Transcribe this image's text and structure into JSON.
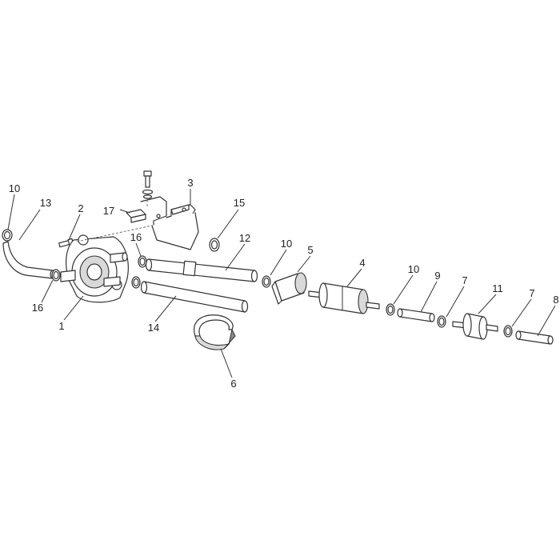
{
  "callouts": {
    "c1": "1",
    "c2": "2",
    "c3": "3",
    "c4": "4",
    "c5": "5",
    "c6": "6",
    "c7a": "7",
    "c7b": "7",
    "c8": "8",
    "c9": "9",
    "c10a": "10",
    "c10b": "10",
    "c10c": "10",
    "c11": "11",
    "c12": "12",
    "c13": "13",
    "c14": "14",
    "c15": "15",
    "c16a": "16",
    "c16b": "16",
    "c17": "17"
  },
  "colors": {
    "line": "#333333",
    "fill": "#ffffff",
    "shade": "#d9d9d9"
  }
}
